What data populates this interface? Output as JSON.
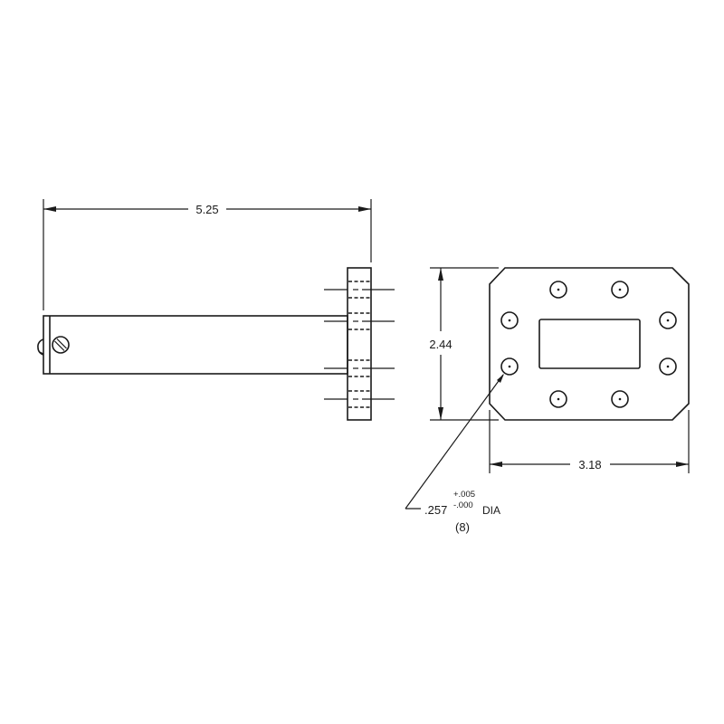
{
  "drawing": {
    "type": "mechanical-engineering-drawing",
    "views": [
      "side-view",
      "front-view"
    ],
    "line_color": "#1a1a1a",
    "background": "#ffffff"
  },
  "dimensions": {
    "overall_length": "5.25",
    "flange_height": "2.44",
    "flange_width": "3.18",
    "hole_callout": {
      "diameter": ".257",
      "tolerance_plus": "+.005",
      "tolerance_minus": "-.000",
      "unit_label": "DIA",
      "quantity": "(8)"
    }
  },
  "features": {
    "flange_holes_count": 8,
    "side_view_hole_centerlines": 4,
    "rectangular_waveguide_opening": true,
    "adjustment_screw": "slotted-screw"
  }
}
